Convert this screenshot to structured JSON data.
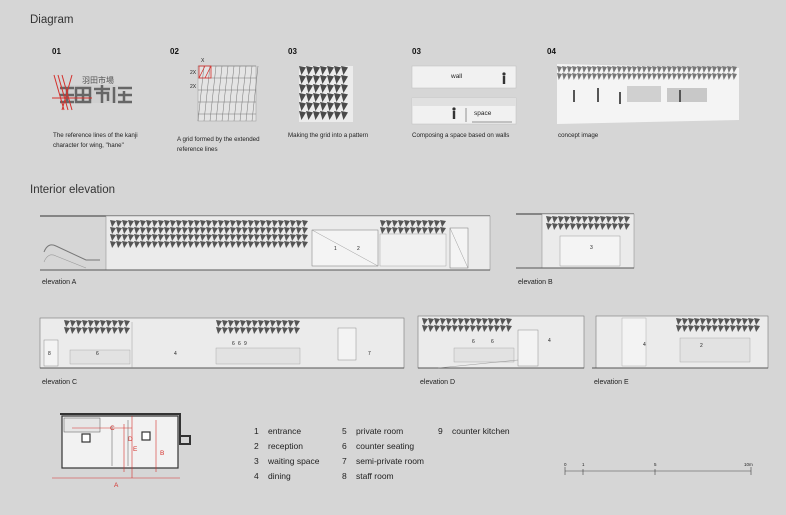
{
  "diagram": {
    "title": "Diagram",
    "steps": [
      {
        "number": "01",
        "caption_lines": [
          "The reference lines of the kanji",
          "character for wing, \"hane\""
        ]
      },
      {
        "number": "02",
        "caption_lines": [
          "A grid formed by the extended",
          "reference lines"
        ]
      },
      {
        "number": "03",
        "caption_lines": [
          "Making the grid into a pattern"
        ]
      },
      {
        "number": "03",
        "caption_lines": [
          "Composing a space based on walls"
        ]
      },
      {
        "number": "04",
        "caption_lines": [
          "concept  image"
        ]
      }
    ],
    "kanji_text": "羽田市場",
    "grid_marks": {
      "x": "X",
      "r1": "2X",
      "r2": "2X"
    },
    "wall_label": "wall",
    "space_label": "space"
  },
  "interior": {
    "title": "Interior elevation",
    "elevations": [
      {
        "label": "elevation A",
        "room_numbers": [
          "1",
          "2"
        ]
      },
      {
        "label": "elevation B",
        "room_numbers": [
          "3"
        ]
      },
      {
        "label": "elevation C",
        "room_numbers": [
          "8",
          "6",
          "4",
          "6",
          "6",
          "9",
          "7"
        ]
      },
      {
        "label": "elevation D",
        "room_numbers": [
          "6",
          "6",
          "4"
        ]
      },
      {
        "label": "elevation E",
        "room_numbers": [
          "4",
          "2"
        ]
      }
    ]
  },
  "plan": {
    "section_letters": [
      "A",
      "B",
      "C",
      "D",
      "E"
    ]
  },
  "legend": [
    {
      "num": "1",
      "label": "entrance"
    },
    {
      "num": "2",
      "label": "reception"
    },
    {
      "num": "3",
      "label": "waiting space"
    },
    {
      "num": "4",
      "label": "dining"
    },
    {
      "num": "5",
      "label": "private room"
    },
    {
      "num": "6",
      "label": "counter seating"
    },
    {
      "num": "7",
      "label": "semi-private room"
    },
    {
      "num": "8",
      "label": "staff room"
    },
    {
      "num": "9",
      "label": "counter kitchen"
    }
  ],
  "scale": {
    "ticks": [
      "0",
      "1",
      "5",
      "10m"
    ]
  }
}
